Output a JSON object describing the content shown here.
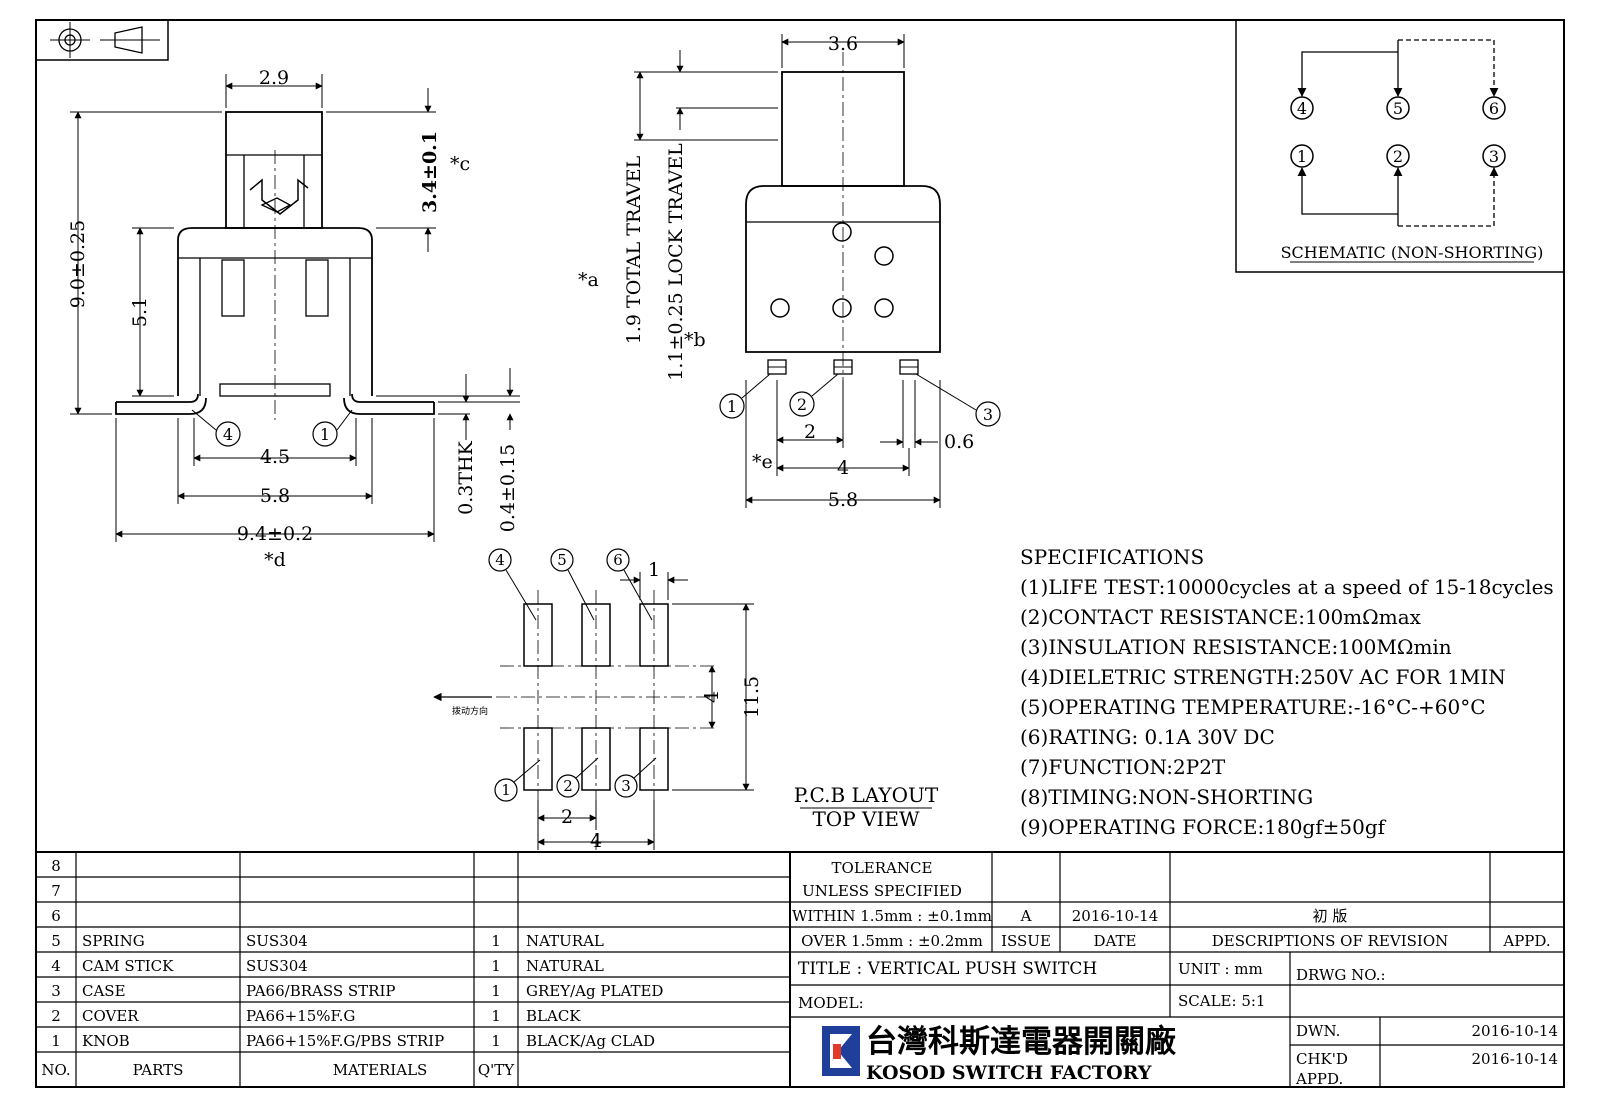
{
  "views": {
    "front": {
      "dim_top": "2.9",
      "dim_total_h": "9.0±0.25",
      "dim_knob": "3.4±0.1",
      "note_c": "*c",
      "dim_body_h": "5.1",
      "pin_left": "4",
      "pin_right": "1",
      "dim_45": "4.5",
      "dim_58": "5.8",
      "dim_94": "9.4±0.2",
      "note_d": "*d",
      "dim_thk": "0.3THK",
      "dim_04": "0.4±0.15"
    },
    "side": {
      "dim_36": "3.6",
      "total_travel": "1.9 TOTAL TRAVEL",
      "lock_travel": "1.1±0.25 LOCK TRAVEL",
      "note_a": "*a",
      "note_b": "*b",
      "pin1": "1",
      "pin2": "2",
      "pin3": "3",
      "dim_2": "2",
      "dim_06": "0.6",
      "note_e": "*e",
      "dim_4": "4",
      "dim_58": "5.8"
    },
    "schematic": {
      "pins_top": [
        "4",
        "5",
        "6"
      ],
      "pins_bottom": [
        "1",
        "2",
        "3"
      ],
      "caption": "SCHEMATIC (NON-SHORTING)"
    },
    "pcb": {
      "pins_top": [
        "4",
        "5",
        "6"
      ],
      "pins_bottom": [
        "1",
        "2",
        "3"
      ],
      "dim_1": "1",
      "dim_4v": "4",
      "dim_115": "11.5",
      "dim_2": "2",
      "dim_4h": "4",
      "direction": "拨动方向",
      "caption": "P.C.B LAYOUT",
      "subcaption": "TOP VIEW"
    }
  },
  "specifications": {
    "heading": "SPECIFICATIONS",
    "items": [
      "(1)LIFE TEST:10000cycles at a speed of 15-18cycles",
      "(2)CONTACT RESISTANCE:100mΩmax",
      "(3)INSULATION RESISTANCE:100MΩmin",
      "(4)DIELETRIC STRENGTH:250V AC FOR 1MIN",
      "(5)OPERATING TEMPERATURE:-16°C-+60°C",
      "(6)RATING: 0.1A 30V DC",
      "(7)FUNCTION:2P2T",
      "(8)TIMING:NON-SHORTING",
      "(9)OPERATING FORCE:180gf±50gf"
    ]
  },
  "parts": {
    "empty_rows": [
      "8",
      "7",
      "6"
    ],
    "rows": [
      {
        "no": "5",
        "part": "SPRING",
        "material": "SUS304",
        "qty": "1",
        "finish": "NATURAL"
      },
      {
        "no": "4",
        "part": "CAM STICK",
        "material": "SUS304",
        "qty": "1",
        "finish": "NATURAL"
      },
      {
        "no": "3",
        "part": "CASE",
        "material": "PA66/BRASS STRIP",
        "qty": "1",
        "finish": "GREY/Ag PLATED"
      },
      {
        "no": "2",
        "part": "COVER",
        "material": "PA66+15%F.G",
        "qty": "1",
        "finish": "BLACK"
      },
      {
        "no": "1",
        "part": "KNOB",
        "material": "PA66+15%F.G/PBS STRIP",
        "qty": "1",
        "finish": "BLACK/Ag CLAD"
      }
    ],
    "header": {
      "no": "NO.",
      "part": "PARTS",
      "material": "MATERIALS",
      "qty": "Q'TY"
    }
  },
  "title_block": {
    "tolerance_1": "TOLERANCE",
    "tolerance_2": "UNLESS SPECIFIED",
    "within": "WITHIN 1.5mm : ±0.1mm",
    "over": "OVER 1.5mm : ±0.2mm",
    "issue_value": "A",
    "date_value": "2016-10-14",
    "revision_value": "初 版",
    "issue_label": "ISSUE",
    "date_label": "DATE",
    "desc_label": "DESCRIPTIONS OF REVISION",
    "appd_label": "APPD.",
    "title": "TITLE : VERTICAL PUSH SWITCH",
    "unit": "UNIT : mm",
    "drwg_no": "DRWG NO.:",
    "model": "MODEL:",
    "scale": "SCALE: 5:1",
    "dwn_label": "DWN.",
    "dwn_date": "2016-10-14",
    "chkd_label": "CHK'D",
    "chkd_date": "2016-10-14",
    "appd2_label": "APPD.",
    "company_cn": "台灣科斯達電器開關廠",
    "company_en": "KOSOD SWITCH FACTORY",
    "logo_color": "#1f3f9a"
  }
}
